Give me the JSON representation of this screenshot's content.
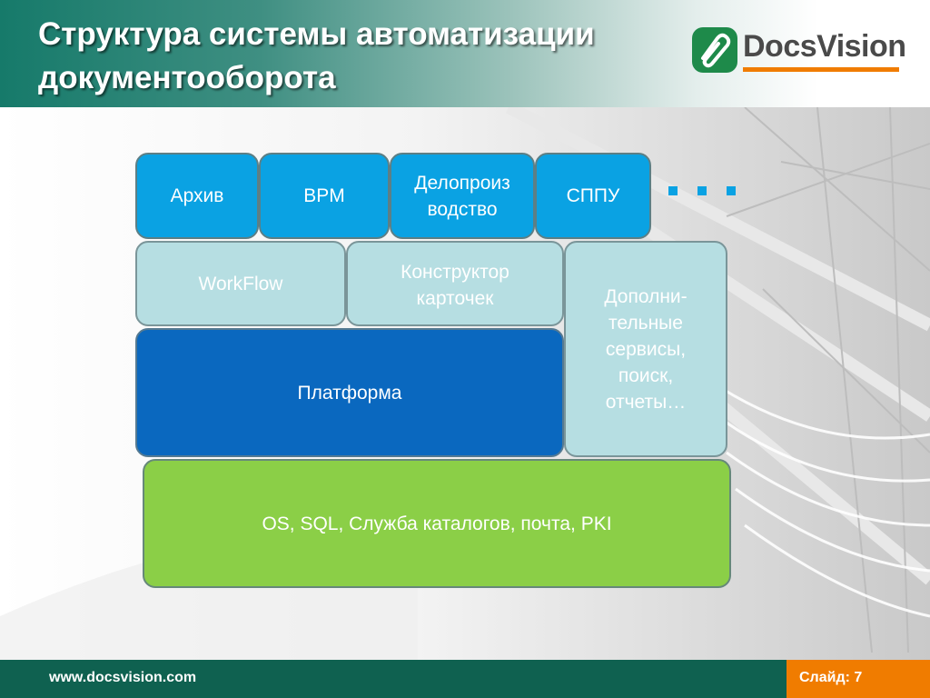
{
  "header": {
    "title_line1": "Структура системы автоматизации",
    "title_line2": "документооборота",
    "logo_text": "DocsVision",
    "logo_icon": "paperclip-icon"
  },
  "diagram": {
    "modules": {
      "archive": "Архив",
      "bpm": "BPM",
      "delo_line1": "Делопроиз",
      "delo_line2": "водство",
      "sppu": "СППУ",
      "ellipsis": "..."
    },
    "workflow": "WorkFlow",
    "constructor_line1": "Конструктор",
    "constructor_line2": "карточек",
    "extra_line1": "Дополни-",
    "extra_line2": "тельные",
    "extra_line3": "сервисы,",
    "extra_line4": "поиск,",
    "extra_line5": "отчеты…",
    "platform": "Платформа",
    "infrastructure": "OS, SQL, Служба каталогов, почта, PKI"
  },
  "footer": {
    "url": "www.docsvision.com",
    "slide_label": "Слайд: 7"
  },
  "colors": {
    "header_teal": "#167a6a",
    "module_blue": "#0aa2e3",
    "light_blue": "#b6dee2",
    "platform_blue": "#0a68bf",
    "infra_green": "#8bcf47",
    "footer_green": "#0f6150",
    "accent_orange": "#f07c00"
  }
}
